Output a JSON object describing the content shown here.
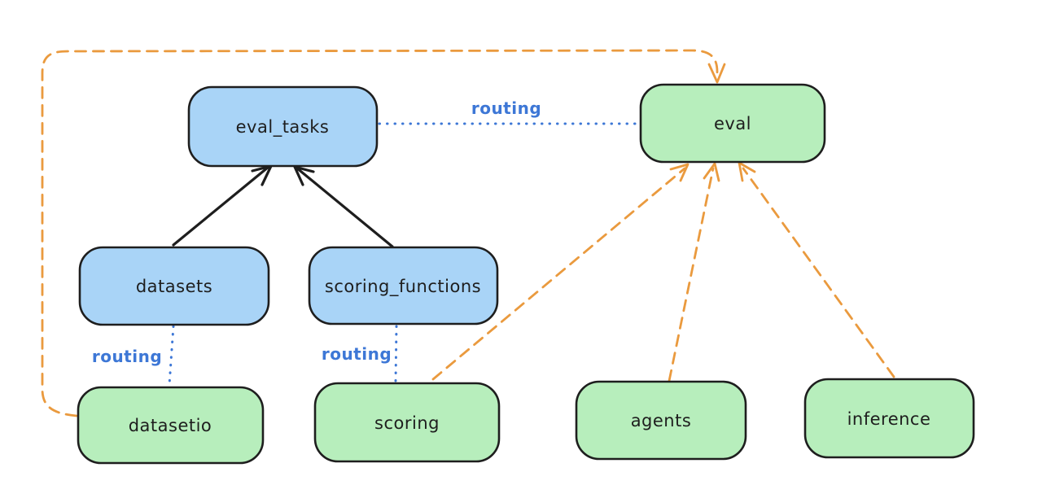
{
  "diagram": {
    "background": "#ffffff",
    "colors": {
      "node_blue": "#a9d4f7",
      "node_green": "#b7eebc",
      "stroke_black": "#1e1e1e",
      "routing_blue": "#3d77d6",
      "provider_orange": "#ea9a3e"
    },
    "nodes": [
      {
        "id": "eval_tasks",
        "label": "eval_tasks",
        "fill": "#a9d4f7"
      },
      {
        "id": "eval",
        "label": "eval",
        "fill": "#b7eebc"
      },
      {
        "id": "datasets",
        "label": "datasets",
        "fill": "#a9d4f7"
      },
      {
        "id": "scoring_functions",
        "label": "scoring_functions",
        "fill": "#a9d4f7"
      },
      {
        "id": "datasetio",
        "label": "datasetio",
        "fill": "#b7eebc"
      },
      {
        "id": "scoring",
        "label": "scoring",
        "fill": "#b7eebc"
      },
      {
        "id": "agents",
        "label": "agents",
        "fill": "#b7eebc"
      },
      {
        "id": "inference",
        "label": "inference",
        "fill": "#b7eebc"
      }
    ],
    "edges": [
      {
        "from": "datasets",
        "to": "eval_tasks",
        "style": "solid-arrow",
        "color": "#1e1e1e"
      },
      {
        "from": "scoring_functions",
        "to": "eval_tasks",
        "style": "solid-arrow",
        "color": "#1e1e1e"
      },
      {
        "from": "eval_tasks",
        "to": "eval",
        "style": "dotted",
        "label": "routing",
        "color": "#3d77d6"
      },
      {
        "from": "datasets",
        "to": "datasetio",
        "style": "dotted",
        "label": "routing",
        "color": "#3d77d6"
      },
      {
        "from": "scoring_functions",
        "to": "scoring",
        "style": "dotted",
        "label": "routing",
        "color": "#3d77d6"
      },
      {
        "from": "datasetio",
        "to": "eval",
        "style": "dashed-arrow",
        "color": "#ea9a3e"
      },
      {
        "from": "scoring",
        "to": "eval",
        "style": "dashed-arrow",
        "color": "#ea9a3e"
      },
      {
        "from": "agents",
        "to": "eval",
        "style": "dashed-arrow",
        "color": "#ea9a3e"
      },
      {
        "from": "inference",
        "to": "eval",
        "style": "dashed-arrow",
        "color": "#ea9a3e"
      }
    ]
  }
}
